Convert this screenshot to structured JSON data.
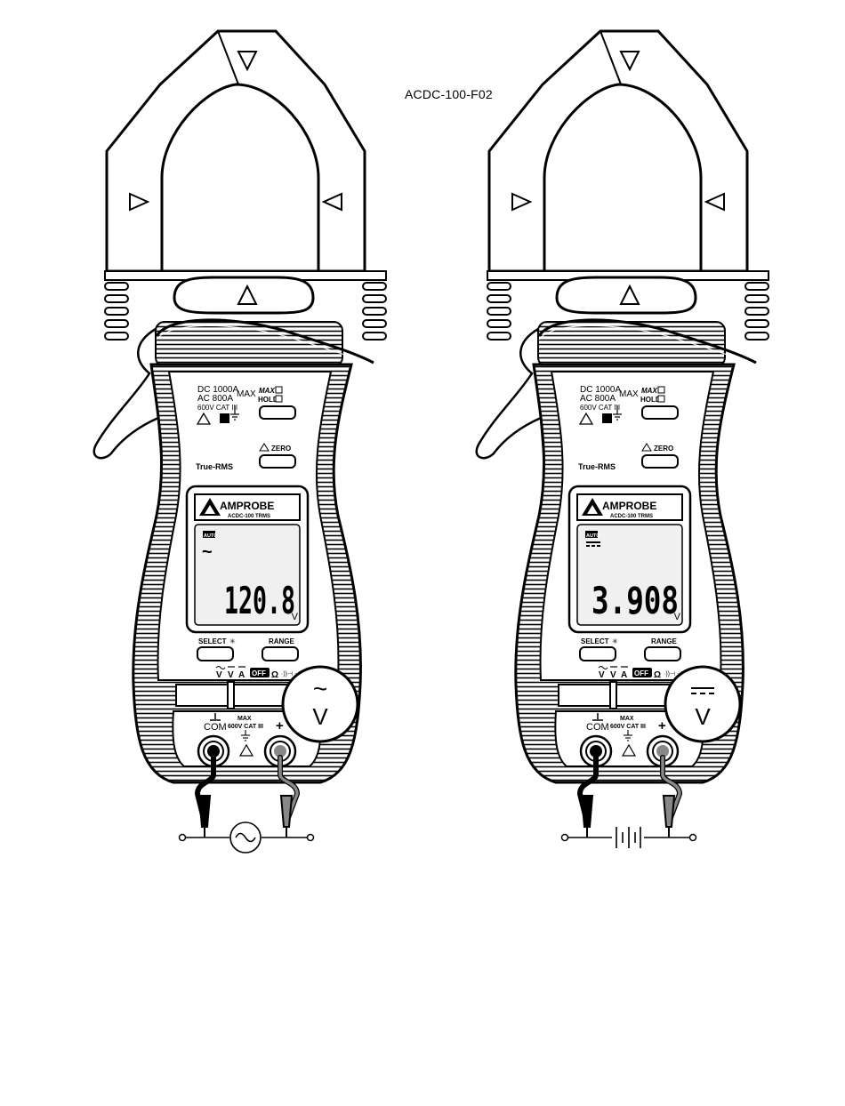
{
  "figure_label": "ACDC-100-F02",
  "colors": {
    "ink": "#000000",
    "paper": "#ffffff",
    "lcd": "#f0f0f0",
    "lead_red": "#888888"
  },
  "meter": {
    "rating_dc": "DC 1000A",
    "rating_ac": "AC  800A",
    "rating_max": "MAX",
    "category": "600V CAT III",
    "max_label": "MAX",
    "hold_label": "HOLD",
    "zero_label": "ZERO",
    "true_rms": "True-RMS",
    "brand": "AMPROBE",
    "model": "ACDC-100 TRMS",
    "auto": "AUTO",
    "select_label": "SELECT",
    "range_label": "RANGE",
    "off_label": "OFF",
    "omega": "Ω",
    "com_label": "COM",
    "jack_max": "MAX",
    "jack_category": "600V CAT III",
    "plus": "+",
    "unit": "V"
  },
  "panels": [
    {
      "mode": "ac",
      "reading": "120.8",
      "mode_symbol": "~",
      "callout_symbol": "~",
      "callout_unit": "V",
      "source": "ac-source-icon"
    },
    {
      "mode": "dc",
      "reading": "3.908",
      "mode_symbol": "",
      "callout_symbol": "",
      "callout_unit": "V",
      "source": "battery-icon"
    }
  ]
}
